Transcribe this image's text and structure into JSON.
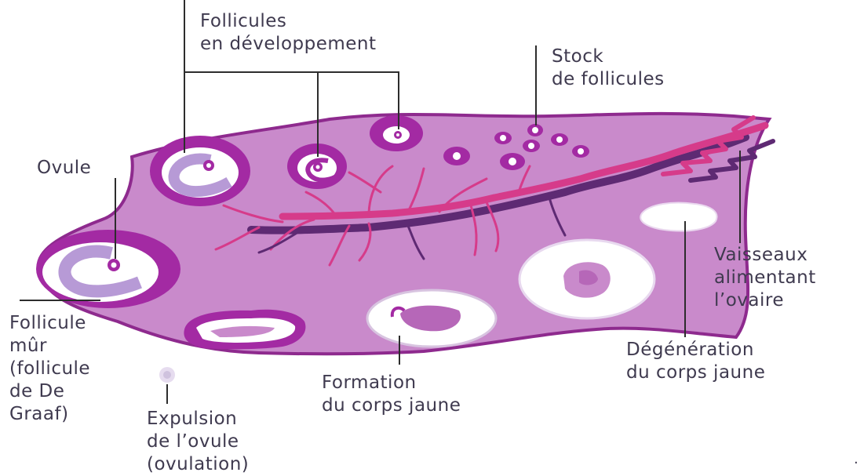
{
  "colors": {
    "ovary_fill": "#c98acb",
    "ovary_outline": "#8e2a8e",
    "follicle_purple": "#a32aa3",
    "follicle_white": "#ffffff",
    "ovule_lavender": "#b79ad6",
    "vessel_pink": "#d63b8a",
    "vessel_dark": "#5e2a73",
    "leader_line": "#2d2d2d",
    "label_text": "#3f3a4f"
  },
  "labels": {
    "follicules_developpement": [
      "Follicules",
      "en développement"
    ],
    "stock_follicules": [
      "Stock",
      "de follicules"
    ],
    "ovule": [
      "Ovule"
    ],
    "vaisseaux": [
      "Vaisseaux",
      "alimentant",
      "l’ovaire"
    ],
    "follicule_mur": [
      "Follicule",
      "mûr",
      "(follicule",
      "de De",
      "Graaf)"
    ],
    "expulsion": [
      "Expulsion",
      "de l’ovule",
      "(ovulation)"
    ],
    "formation": [
      "Formation",
      "du corps jaune"
    ],
    "degeneration": [
      "Dégénération",
      "du corps jaune"
    ]
  },
  "footer_mark": "."
}
